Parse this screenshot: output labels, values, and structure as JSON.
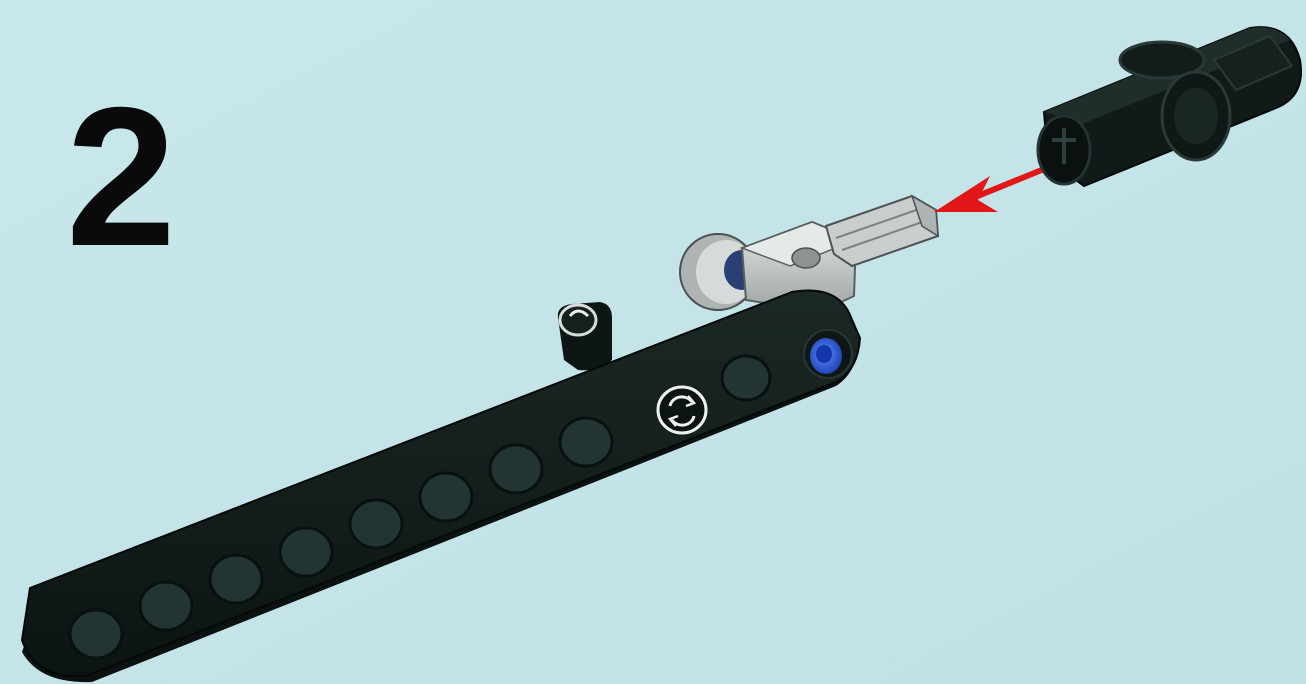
{
  "step": {
    "number": "2"
  },
  "colors": {
    "background": "#c6e6ea",
    "beam": "#101a18",
    "beam_hole": "#1d2f2c",
    "connector_gray": "#b9bdbd",
    "axle_gray": "#c8cccc",
    "pin_blue": "#2a5fe0",
    "arrow": "#e21818"
  },
  "parts": [
    {
      "name": "liftarm-beam",
      "color": "black",
      "holes": 11
    },
    {
      "name": "axle-pin-connector",
      "color": "black"
    },
    {
      "name": "cross-axle-connector",
      "color": "light-gray"
    },
    {
      "name": "bush",
      "color": "light-gray"
    },
    {
      "name": "friction-pin",
      "color": "blue"
    },
    {
      "name": "axle-pin",
      "color": "black"
    }
  ],
  "arrow_direction": "down-left"
}
